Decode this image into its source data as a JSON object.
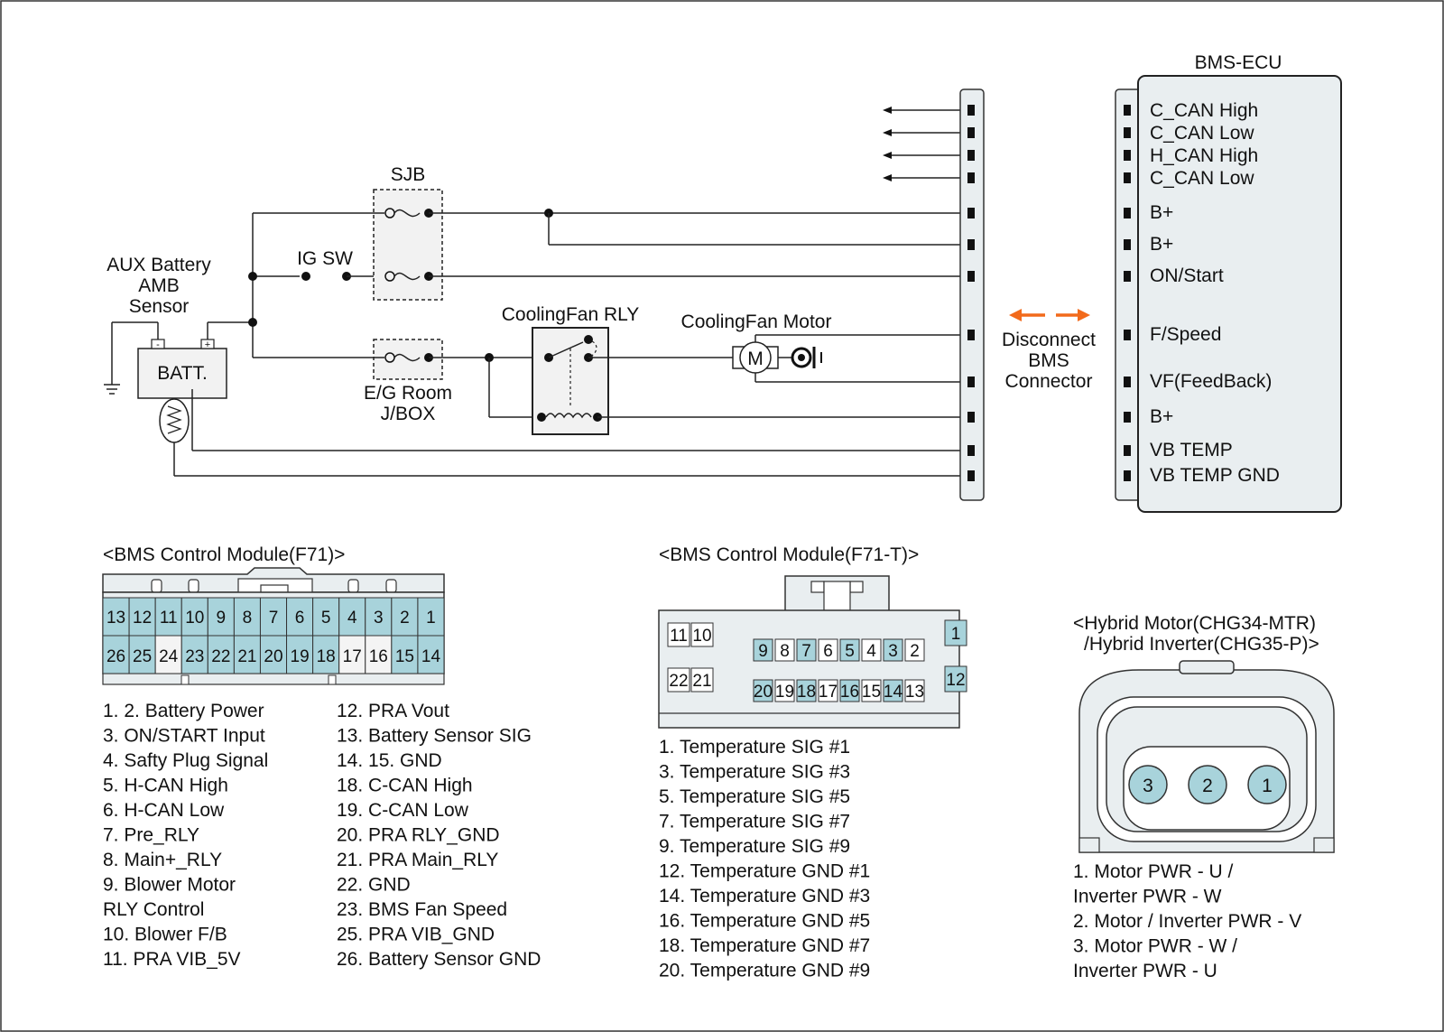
{
  "colors": {
    "pin_fill": "#a8d3db",
    "ecu_fill": "#e9eef0",
    "arrow": "#f26a1b",
    "ink": "#111111"
  },
  "schematic": {
    "ecu_title": "BMS-ECU",
    "ecu_pins": [
      "C_CAN High",
      "C_CAN Low",
      "H_CAN High",
      "C_CAN Low",
      "B+",
      "B+",
      "ON/Start",
      "F/Speed",
      "VF(FeedBack)",
      "B+",
      "VB TEMP",
      "VB TEMP GND"
    ],
    "sjb_label": "SJB",
    "ig_sw_label": "IG SW",
    "aux_battery_label": [
      "AUX Battery",
      "AMB",
      "Sensor"
    ],
    "batt_label": "BATT.",
    "batt_minus": "-",
    "batt_plus": "+",
    "eg_room_label": [
      "E/G Room",
      "J/BOX"
    ],
    "cooling_fan_rly_label": "CoolingFan RLY",
    "cooling_fan_motor_label": "CoolingFan Motor",
    "motor_symbol": "M",
    "disconnect_label": [
      "Disconnect",
      "BMS",
      "Connector"
    ]
  },
  "f71": {
    "title": "<BMS Control Module(F71)>",
    "top_row": [
      "13",
      "12",
      "11",
      "10",
      "9",
      "8",
      "7",
      "6",
      "5",
      "4",
      "3",
      "2",
      "1"
    ],
    "bottom_row": [
      "26",
      "25",
      "24",
      "23",
      "22",
      "21",
      "20",
      "19",
      "18",
      "17",
      "16",
      "15",
      "14"
    ],
    "legend_left": [
      "1. 2. Battery Power",
      "3. ON/START Input",
      "4. Safty Plug Signal",
      "5. H-CAN High",
      "6. H-CAN Low",
      "7. Pre_RLY",
      "8. Main+_RLY",
      "9. Blower Motor",
      "    RLY Control",
      "10. Blower F/B",
      "11. PRA VIB_5V"
    ],
    "legend_right": [
      "12. PRA Vout",
      "13. Battery Sensor SIG",
      "14. 15. GND",
      "18. C-CAN High",
      "19. C-CAN Low",
      "20. PRA RLY_GND",
      "21. PRA Main_RLY",
      "22. GND",
      "23. BMS Fan Speed",
      "25. PRA VIB_GND",
      "26. Battery Sensor GND"
    ]
  },
  "f71t": {
    "title": "<BMS Control Module(F71-T)>",
    "left_pins": [
      "11",
      "10",
      "22",
      "21"
    ],
    "top_row": [
      "9",
      "8",
      "7",
      "6",
      "5",
      "4",
      "3",
      "2"
    ],
    "bottom_row": [
      "20",
      "19",
      "18",
      "17",
      "16",
      "15",
      "14",
      "13"
    ],
    "right_pins": [
      "1",
      "12"
    ],
    "legend": [
      "1. Temperature SIG #1",
      "3. Temperature SIG #3",
      "5. Temperature SIG #5",
      "7. Temperature SIG #7",
      "9. Temperature SIG #9",
      "12. Temperature GND #1",
      "14. Temperature GND #3",
      "16. Temperature GND #5",
      "18. Temperature GND #7",
      "20. Temperature GND #9"
    ]
  },
  "hybrid": {
    "title": [
      "<Hybrid Motor(CHG34-MTR)",
      "/Hybrid Inverter(CHG35-P)>"
    ],
    "pins": [
      "3",
      "2",
      "1"
    ],
    "legend": [
      "1. Motor PWR - U /",
      "    Inverter PWR - W",
      "2. Motor / Inverter PWR - V",
      "3. Motor PWR - W /",
      "    Inverter PWR - U"
    ]
  }
}
